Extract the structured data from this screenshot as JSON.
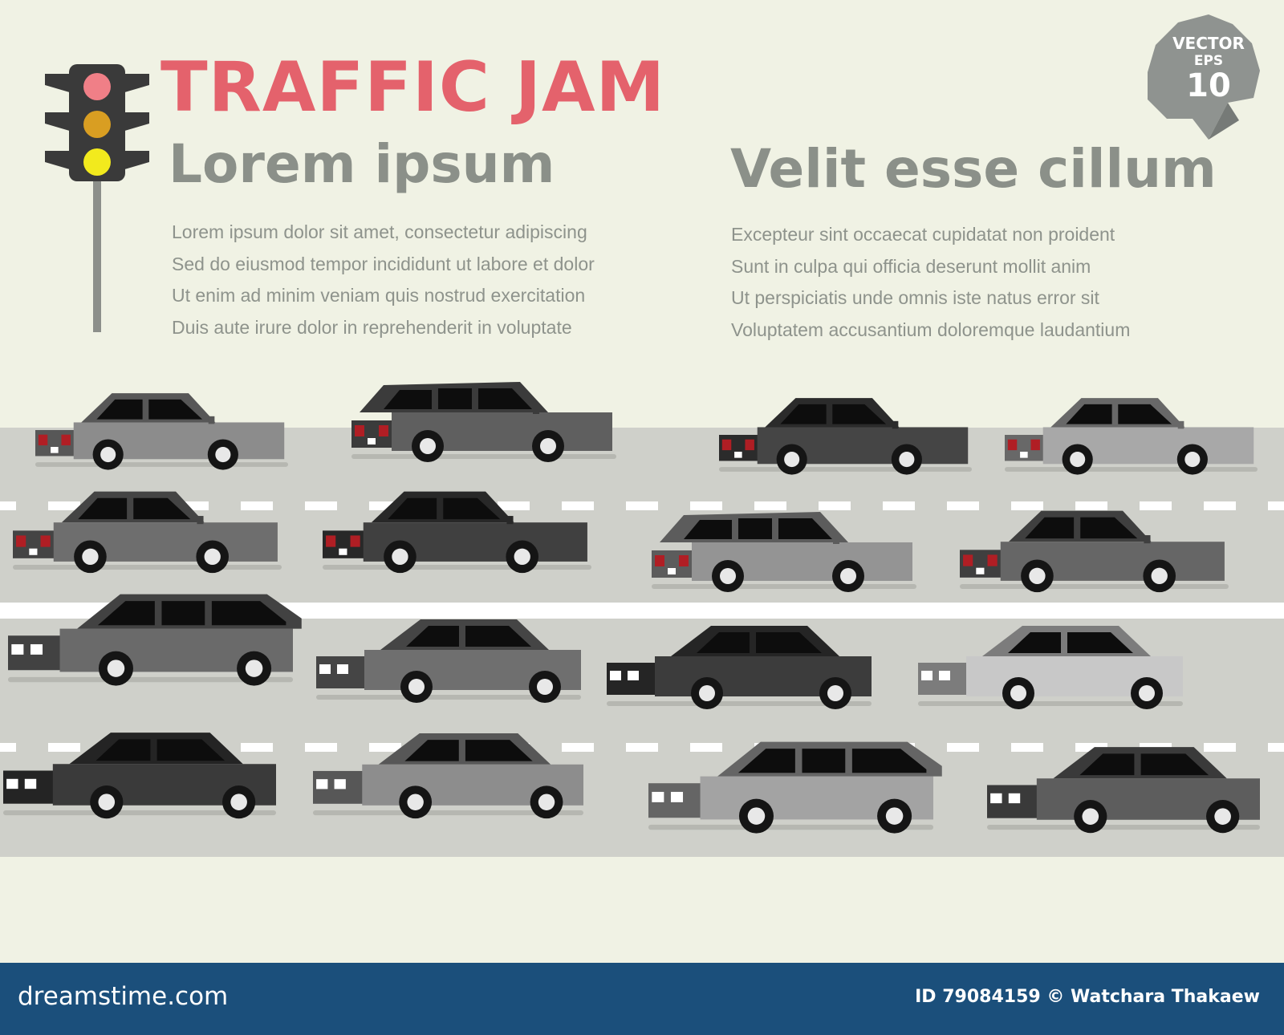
{
  "header": {
    "title": "TRAFFIC JAM"
  },
  "left_column": {
    "heading": "Lorem ipsum",
    "lines": [
      "Lorem ipsum dolor sit amet, consectetur adipiscing",
      "Sed do eiusmod tempor incididunt ut labore et dolor",
      "Ut enim ad minim veniam quis nostrud exercitation",
      "Duis aute irure dolor in reprehenderit in voluptate"
    ]
  },
  "right_column": {
    "heading": "Velit esse cillum",
    "lines": [
      "Excepteur sint occaecat cupidatat non proident",
      "Sunt in culpa qui officia deserunt mollit anim",
      "Ut perspiciatis unde omnis iste natus error sit",
      "Voluptatem accusantium doloremque laudantium"
    ]
  },
  "badge": {
    "line1": "VECTOR",
    "line2": "EPS",
    "line3": "10"
  },
  "footer": {
    "brand": "dreamstime.com",
    "credit": "ID 79084159 © Watchara Thakaew"
  },
  "colors": {
    "background": "#f0f2e4",
    "road": "#cfd0ca",
    "lane_marking": "#ffffff",
    "title": "#e4626c",
    "heading": "#8b9089",
    "footer": "#1b4f7b",
    "badge": "#8f9390"
  },
  "traffic_light": {
    "lamps": [
      "#f07f87",
      "#d99e22",
      "#f2ea1d"
    ]
  },
  "cars": [
    {
      "row": 1,
      "direction": "away",
      "color": "#8c8c8c",
      "type": "sedan"
    },
    {
      "row": 1,
      "direction": "away",
      "color": "#5f5f5f",
      "type": "wagon"
    },
    {
      "row": 1,
      "direction": "away",
      "color": "#454545",
      "type": "sedan"
    },
    {
      "row": 1,
      "direction": "away",
      "color": "#a8a8a8",
      "type": "sedan"
    },
    {
      "row": 2,
      "direction": "away",
      "color": "#6e6e6e",
      "type": "sedan"
    },
    {
      "row": 2,
      "direction": "away",
      "color": "#404040",
      "type": "sedan"
    },
    {
      "row": 2,
      "direction": "away",
      "color": "#949494",
      "type": "wagon"
    },
    {
      "row": 2,
      "direction": "away",
      "color": "#666666",
      "type": "sedan"
    },
    {
      "row": 3,
      "direction": "toward",
      "color": "#6a6a6a",
      "type": "wagon"
    },
    {
      "row": 3,
      "direction": "toward",
      "color": "#6f6f6f",
      "type": "sedan"
    },
    {
      "row": 3,
      "direction": "toward",
      "color": "#3c3c3c",
      "type": "sedan"
    },
    {
      "row": 3,
      "direction": "toward",
      "color": "#c8c8c8",
      "type": "sedan"
    },
    {
      "row": 4,
      "direction": "toward",
      "color": "#3a3a3a",
      "type": "sedan"
    },
    {
      "row": 4,
      "direction": "toward",
      "color": "#8d8d8d",
      "type": "sedan"
    },
    {
      "row": 4,
      "direction": "toward",
      "color": "#a3a3a3",
      "type": "wagon"
    },
    {
      "row": 4,
      "direction": "toward",
      "color": "#5d5d5d",
      "type": "sedan"
    }
  ]
}
